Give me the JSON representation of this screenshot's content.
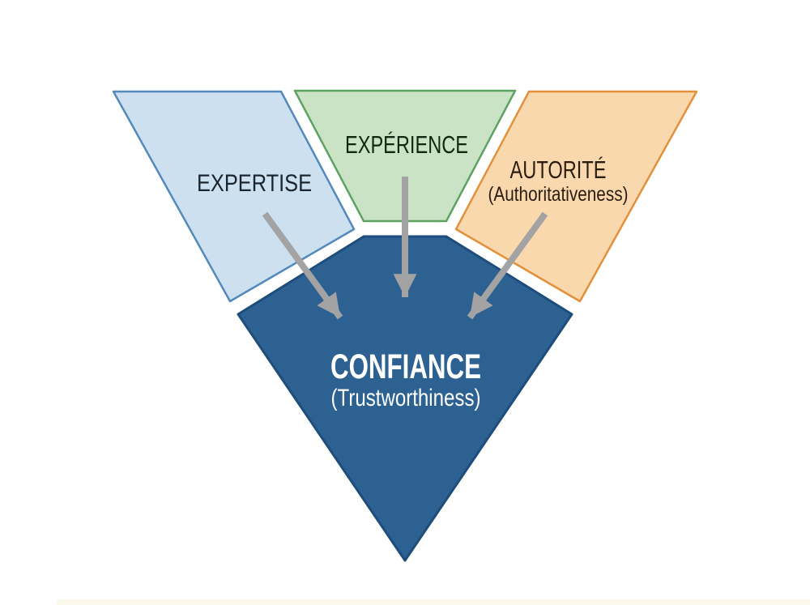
{
  "diagram": {
    "background": "#ffffff",
    "shapes": {
      "expertise": {
        "label": "EXPERTISE",
        "fill": "#cde0f0",
        "stroke": "#5389bb",
        "text_color": "#1b242d"
      },
      "experience": {
        "label": "EXPÉRIENCE",
        "fill": "#cae3c5",
        "stroke": "#5da263",
        "text_color": "#122712"
      },
      "autorite": {
        "label": "AUTORITÉ",
        "sublabel": "(Authoritativeness)",
        "fill": "#fad8ae",
        "stroke": "#e2903b",
        "text_color": "#2a1d10"
      },
      "confiance": {
        "label": "CONFIANCE",
        "sublabel": "(Trustworthiness)",
        "fill": "#2d6191",
        "stroke": "#1e4d7b",
        "text_color": "#ffffff"
      }
    },
    "arrows": {
      "color": "#a3a3a3"
    }
  }
}
